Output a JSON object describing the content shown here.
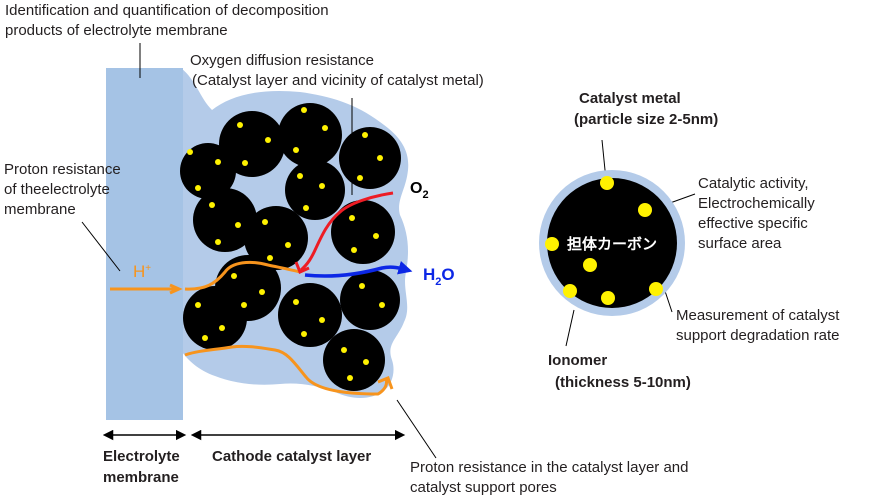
{
  "labels": {
    "top_title_line1": "Identification and quantification of decomposition",
    "top_title_line2": "products of electrolyte membrane",
    "oxygen_line1": "Oxygen diffusion resistance",
    "oxygen_line2": "(Catalyst layer and vicinity of catalyst metal)",
    "proton_membrane_line1": "Proton resistance",
    "proton_membrane_line2": "of theelectrolyte",
    "proton_membrane_line3": "membrane",
    "h_plus": "H",
    "h_plus_sup": "+",
    "o2": "O",
    "o2_sub": "2",
    "h2o": "H",
    "h2o_sub": "2",
    "h2o_tail": "O",
    "electrolyte_line1": "Electrolyte",
    "electrolyte_line2": "membrane",
    "cathode": "Cathode catalyst layer",
    "proton_catalyst_line1": "Proton resistance in the catalyst layer and",
    "proton_catalyst_line2": "catalyst support pores",
    "catalyst_metal_line1": "Catalyst metal",
    "catalyst_metal_line2": "(particle size 2-5nm)",
    "catalytic_line1": "Catalytic activity,",
    "catalytic_line2": "Electrochemically",
    "catalytic_line3": "effective specific",
    "catalytic_line4": "surface area",
    "carbon_support": "担体カーボン",
    "measurement_line1": "Measurement of catalyst",
    "measurement_line2": "support degradation rate",
    "ionomer_line1": "Ionomer",
    "ionomer_line2": "(thickness 5-10nm)"
  },
  "colors": {
    "membrane": "#a5c3e5",
    "ionomer": "#b4cbe9",
    "carbon": "#000000",
    "platinum": "#fff200",
    "proton_arrow": "#f7941d",
    "oxygen_arrow": "#ed1c24",
    "water_arrow": "#0c27e6",
    "text": "#231f20"
  }
}
